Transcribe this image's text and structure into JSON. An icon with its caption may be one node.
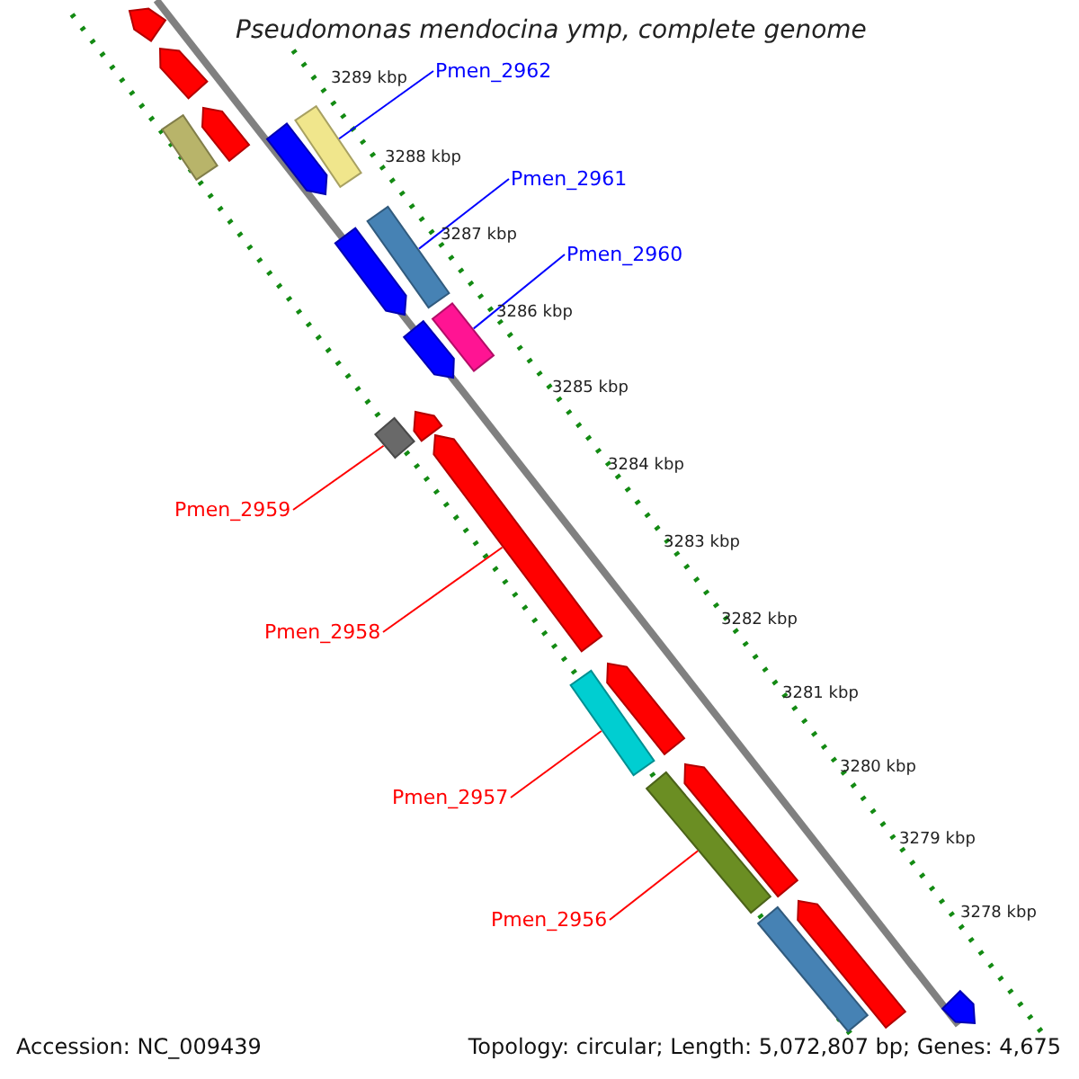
{
  "diagram": {
    "title": "Pseudomonas mendocina ymp, complete genome",
    "nodes": [
      {
        "text": [
          "Pmen_2962"
        ]
      },
      {
        "text": [
          "Pmen_2961"
        ]
      },
      {
        "text": [
          "Pmen_2960"
        ]
      },
      {
        "text": [
          "Pmen_2959"
        ]
      },
      {
        "text": [
          "Pmen_2958"
        ]
      },
      {
        "text": [
          "Pmen_2957"
        ]
      },
      {
        "text": [
          "Pmen_2956"
        ]
      },
      {
        "text": [],
        "shape": "bar"
      },
      {
        "text": [],
        "shape": "bar"
      },
      {
        "text": [],
        "shape": "bar"
      },
      {
        "text": [],
        "shape": "bar"
      },
      {
        "text": [],
        "shape": "bar"
      },
      {
        "text": [],
        "shape": "bar"
      },
      {
        "text": [],
        "shape": "bar"
      }
    ],
    "edges": [
      {
        "from": 0,
        "to": 7,
        "arrow": "none",
        "color": "#0000ff"
      },
      {
        "from": 1,
        "to": 8,
        "arrow": "none",
        "color": "#0000ff"
      },
      {
        "from": 2,
        "to": 9,
        "arrow": "none",
        "color": "#0000ff"
      },
      {
        "from": 3,
        "to": 10,
        "arrow": "none"
      },
      {
        "from": 4,
        "to": 11,
        "arrow": "none"
      },
      {
        "from": 5,
        "to": 12,
        "arrow": "none"
      },
      {
        "from": 6,
        "to": 13,
        "arrow": "none"
      }
    ],
    "labels": [
      "3289 kbp",
      "3288 kbp",
      "3287 kbp",
      "3286 kbp",
      "3285 kbp",
      "3284 kbp",
      "3283 kbp",
      "3282 kbp",
      "3281 kbp",
      "3280 kbp",
      "3279 kbp",
      "3278 kbp",
      "Accession: NC_009439",
      "Topology: circular; Length: 5,072,807 bp; Genes: 4,675"
    ]
  }
}
